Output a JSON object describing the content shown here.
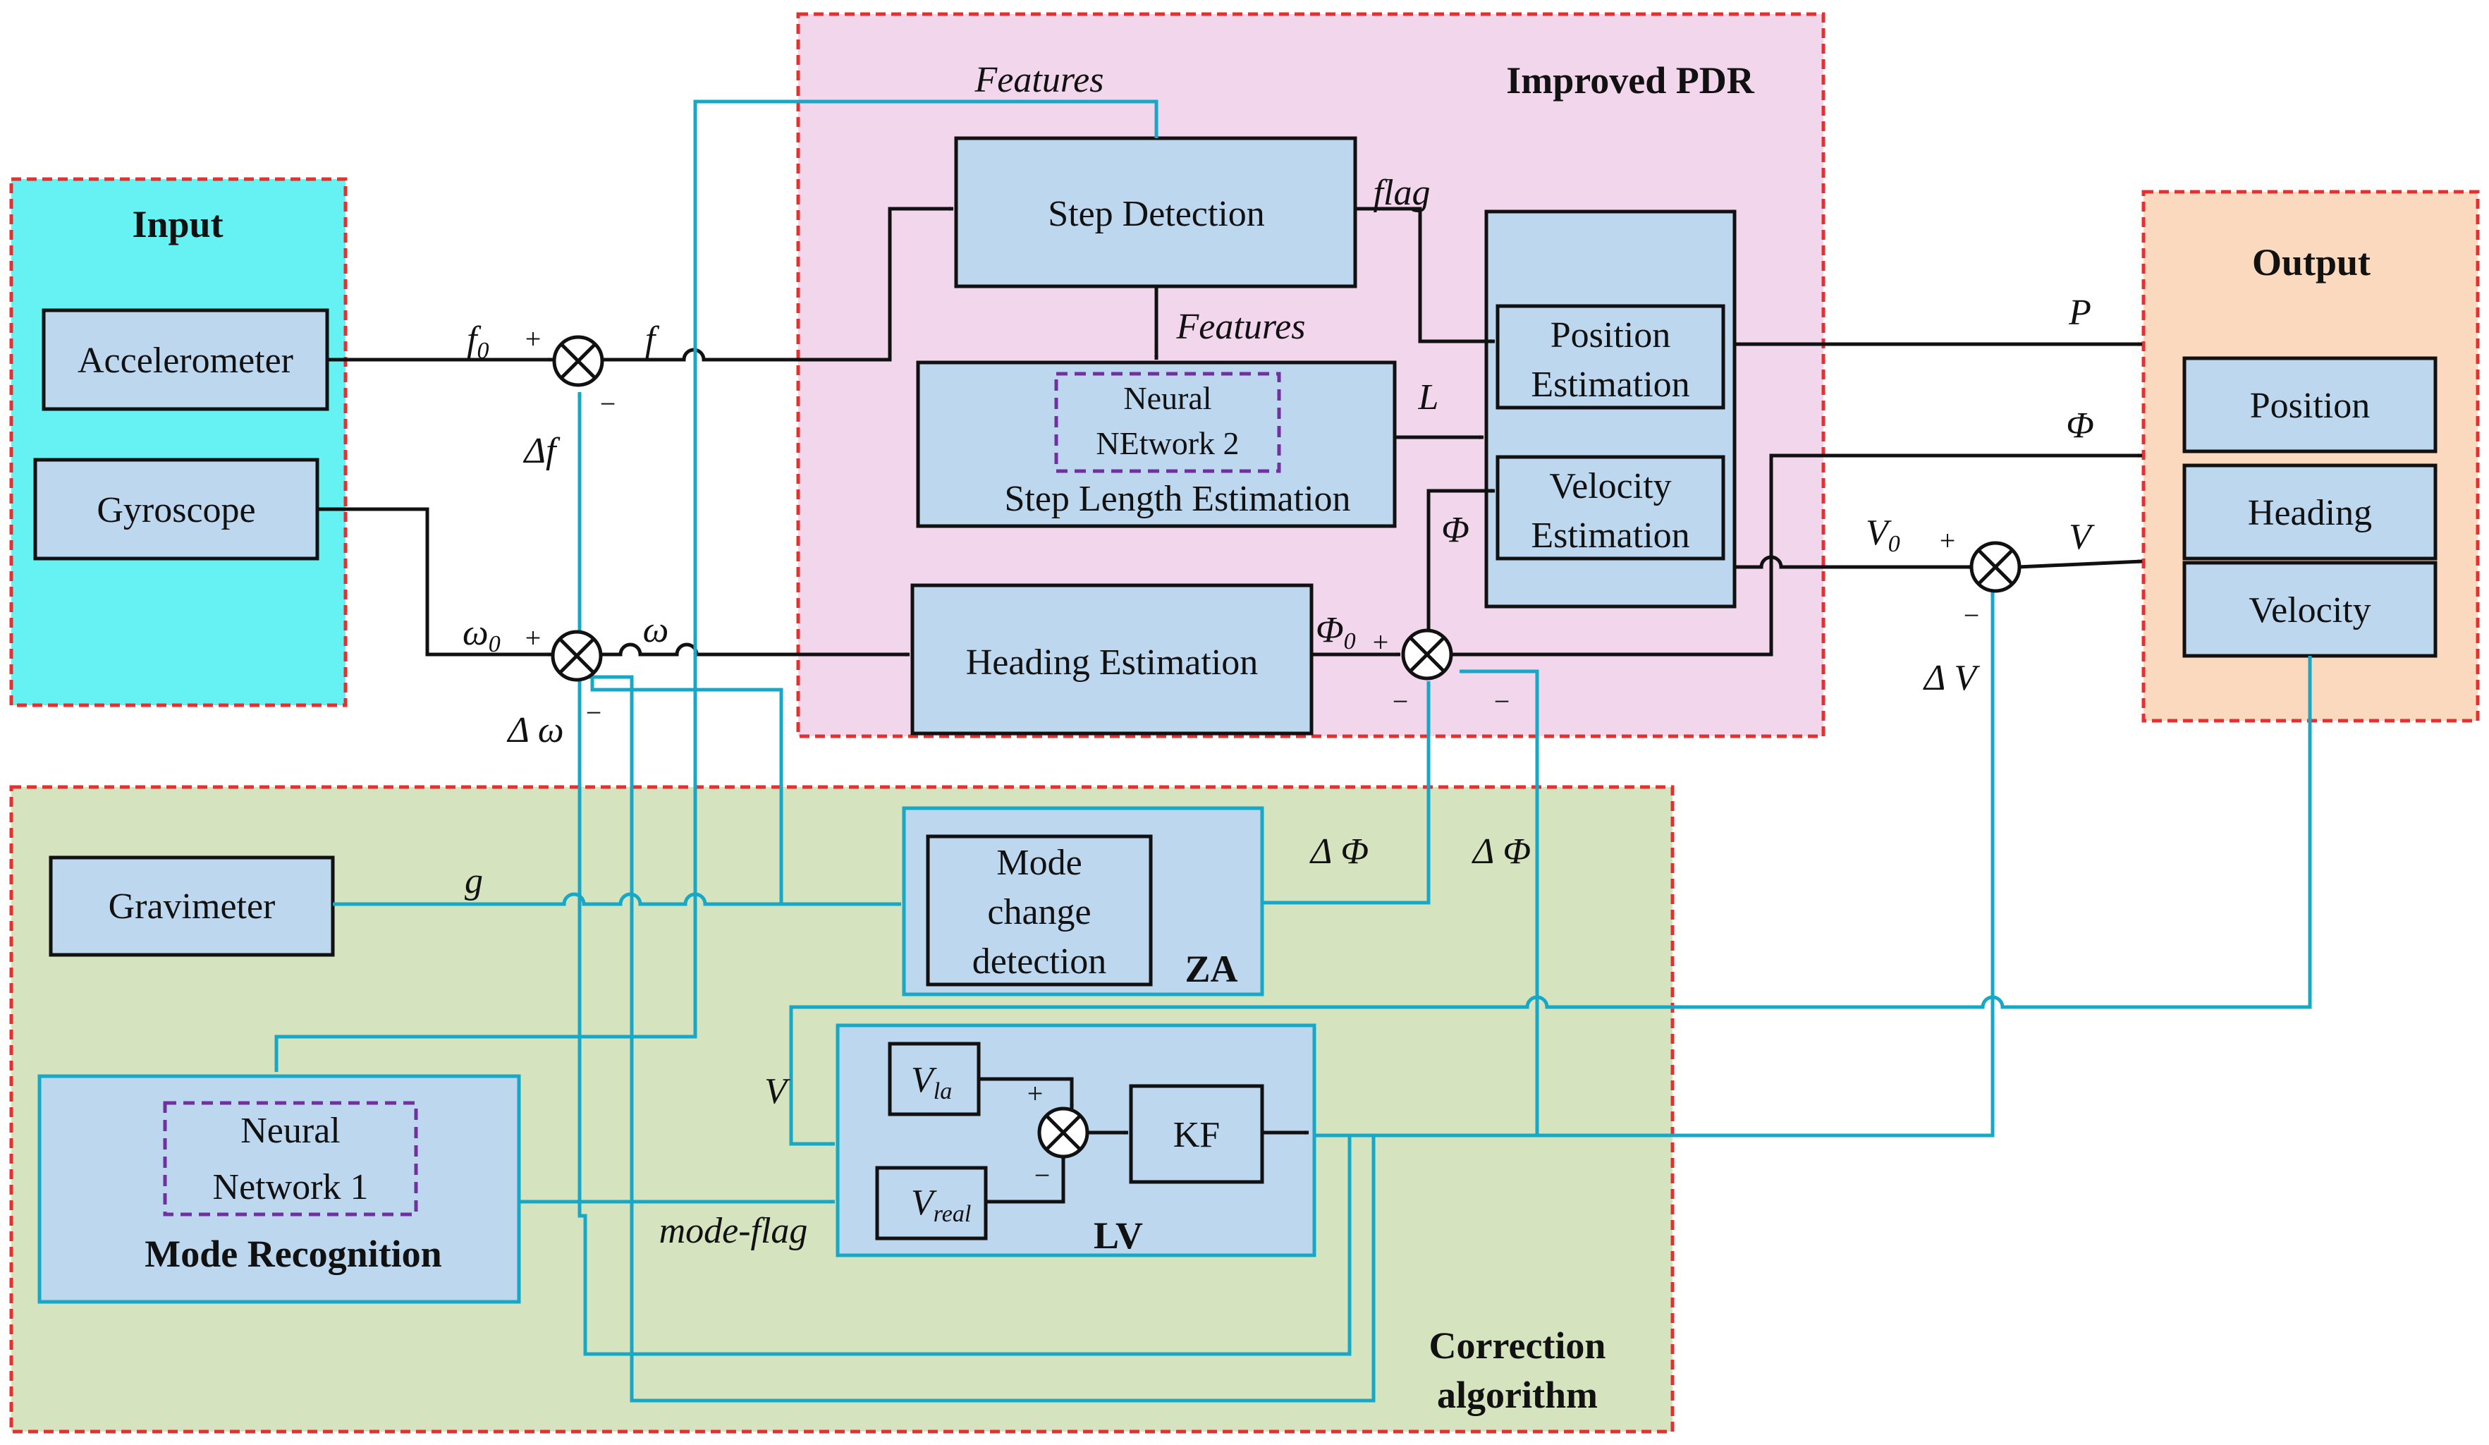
{
  "colors": {
    "input_bg": "#66f2f2",
    "pdr_bg": "#f2d6ec",
    "output_bg": "#fad9bf",
    "correction_bg": "#d6e3bf",
    "block_fill": "#bdd7ee",
    "group_border": "#e53030",
    "neural_border": "#7030a0",
    "signal_black": "#111111",
    "signal_blue": "#17a8c8"
  },
  "groups": {
    "input": "Input",
    "pdr": "Improved PDR",
    "output": "Output",
    "correction_line1": "Correction",
    "correction_line2": "algorithm"
  },
  "blocks": {
    "accelerometer": "Accelerometer",
    "gyroscope": "Gyroscope",
    "step_detection": "Step Detection",
    "neural2_line1": "Neural",
    "neural2_line2": "NEtwork 2",
    "step_length": "Step Length Estimation",
    "heading_estimation": "Heading Estimation",
    "position_est_line1": "Position",
    "position_est_line2": "Estimation",
    "velocity_est_line1": "Velocity",
    "velocity_est_line2": "Estimation",
    "out_position": "Position",
    "out_heading": "Heading",
    "out_velocity": "Velocity",
    "gravimeter": "Gravimeter",
    "mode_change_line1": "Mode",
    "mode_change_line2": "change",
    "mode_change_line3": "detection",
    "za": "ZA",
    "neural1_line1": "Neural",
    "neural1_line2": "Network 1",
    "mode_recognition": "Mode Recognition",
    "kf": "KF",
    "lv": "LV"
  },
  "signals": {
    "features_top": "Features",
    "features_mid": "Features",
    "flag": "flag",
    "L": "L",
    "phi_in": "Φ",
    "P": "P",
    "phi_out": "Φ",
    "V_out": "V",
    "f0": "f",
    "f0_sub": "0",
    "f": "f",
    "delta_f": "Δf",
    "omega0": "ω",
    "omega0_sub": "0",
    "omega": "ω",
    "delta_omega": "Δ ω",
    "phi0": "Φ",
    "phi0_sub": "0",
    "V0": "V",
    "V0_sub": "0",
    "delta_V": "Δ V",
    "delta_phi_1": "Δ Φ",
    "delta_phi_2": "Δ Φ",
    "g": "g",
    "V_fb": "V",
    "mode_flag": "mode-flag",
    "vla": "V",
    "vla_sub": "la",
    "vreal": "V",
    "vreal_sub": "real"
  },
  "signs": {
    "plus": "+",
    "minus": "−"
  }
}
